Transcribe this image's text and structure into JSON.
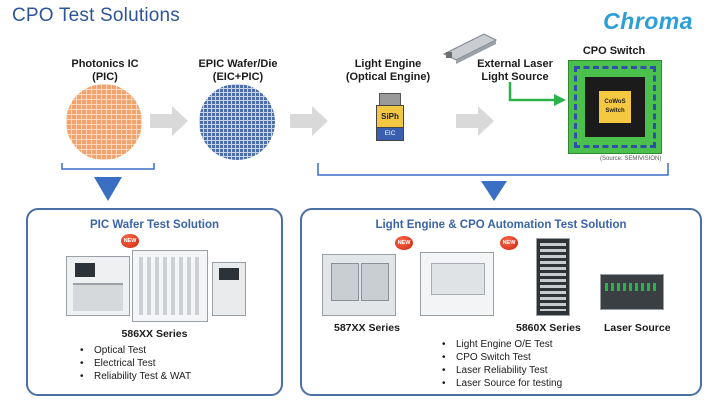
{
  "header": {
    "title": "CPO Test Solutions",
    "logo": "Chroma"
  },
  "flow": {
    "pic": {
      "line1": "Photonics IC",
      "line2": "(PIC)"
    },
    "epic": {
      "line1": "EPIC Wafer/Die",
      "line2": "(EIC+PIC)"
    },
    "light_engine": {
      "line1": "Light Engine",
      "line2": "(Optical Engine)",
      "chip_top": "SiPh",
      "chip_bottom": "EIC"
    },
    "external_laser": {
      "line1": "External Laser",
      "line2": "Light Source"
    },
    "cpo_switch": {
      "label": "CPO Switch",
      "chip_line1": "CoWoS",
      "chip_line2": "Switch",
      "source": "(Source: SEMIVISION)"
    }
  },
  "left_panel": {
    "title": "PIC Wafer Test Solution",
    "badge": "NEW",
    "series": "586XX Series",
    "bullets": [
      "Optical Test",
      "Electrical Test",
      "Reliability Test & WAT"
    ]
  },
  "right_panel": {
    "title": "Light Engine & CPO Automation Test Solution",
    "badge": "NEW",
    "products": [
      "587XX Series",
      "5860X Series",
      "Laser Source"
    ],
    "bullets": [
      "Light Engine O/E Test",
      "CPO Switch Test",
      "Laser Reliability Test",
      "Laser Source for testing"
    ]
  },
  "colors": {
    "brand": "#2c9fd8",
    "panel_border": "#4a6fa5",
    "arrow_gray": "#d9d9d9",
    "arrow_green": "#2bb34a",
    "badge_red": "#d42a16"
  }
}
